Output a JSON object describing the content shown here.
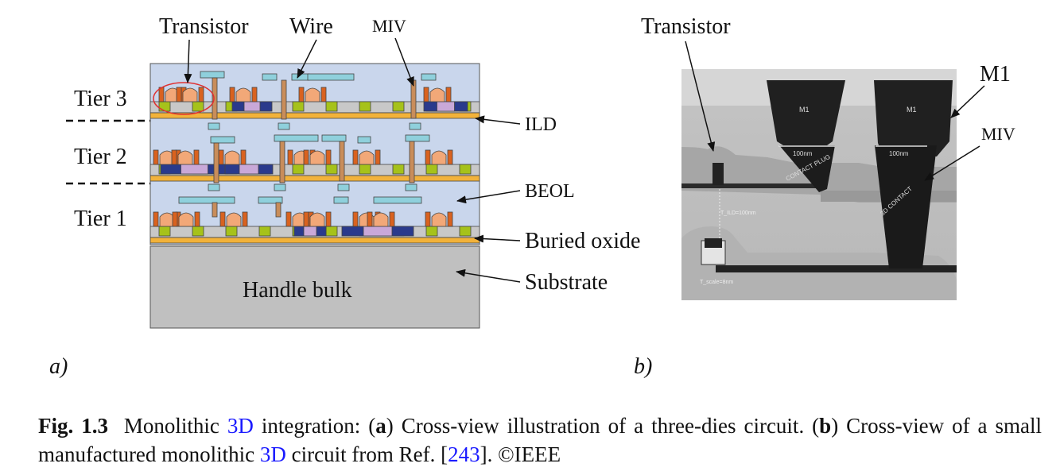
{
  "panel_a": {
    "labels": {
      "transistor": "Transistor",
      "wire": "Wire",
      "miv": "MIV",
      "tier3": "Tier 3",
      "tier2": "Tier 2",
      "tier1": "Tier 1",
      "ild": "ILD",
      "beol": "BEOL",
      "buried_oxide": "Buried oxide",
      "substrate": "Substrate",
      "handle_bulk": "Handle bulk"
    },
    "tag": "a)"
  },
  "panel_b": {
    "labels": {
      "transistor": "Transistor",
      "m1": "M1",
      "miv": "MIV",
      "m1_left": "M1",
      "m1_right": "M1",
      "dim_left": "100nm",
      "dim_right": "100nm",
      "contact_plug": "CONTACT PLUG",
      "contact_3d": "3D CONTACT",
      "t_ild": "T_ILD=100nm",
      "t_scale": "T_scale=8nm"
    },
    "tag": "b)"
  },
  "caption": {
    "fig": "Fig. 1.3",
    "t1": "Monolithic",
    "link1": "3D",
    "t2": "integration: (",
    "a": "a",
    "t3": ") Cross-view illustration of a three-dies circuit. (",
    "b": "b",
    "t4": ") Cross-view of a small manufactured monolithic",
    "link2": "3D",
    "t5": "circuit from Ref. [",
    "ref": "243",
    "t6": "]. ©IEEE"
  },
  "colors": {
    "beol": "#c9d6ec",
    "device_layer": "#c8c8c8",
    "oxide": "#f2b23a",
    "substrate": "#c0c0c0",
    "gate": "#f2a878",
    "contact": "#d9621f",
    "src_drain": "#a6c21a",
    "well_dark": "#2a3a8c",
    "well_light": "#c9a8d8",
    "wire": "#8fd0dc",
    "via": "#c98d5a",
    "highlight": "#e03030"
  }
}
